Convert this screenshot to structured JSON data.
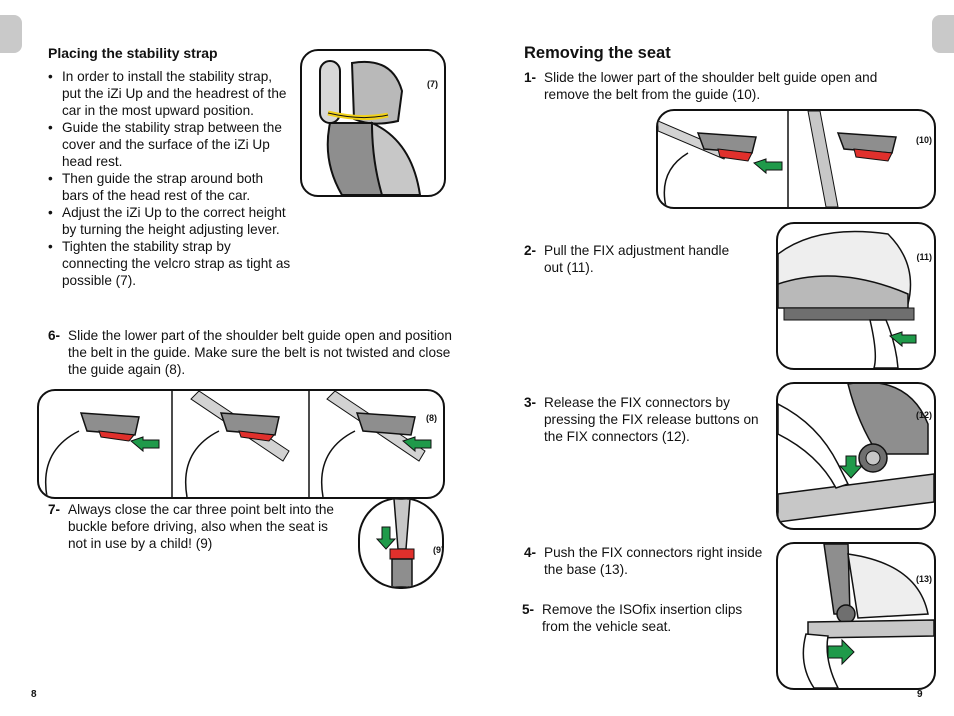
{
  "left": {
    "section_title": "Placing the stability strap",
    "bullets": [
      "In order to install the stability strap, put the iZi Up and the headrest of the car in the most upward position.",
      "Guide the stability strap between the cover and the surface of the iZi Up head rest.",
      "Then guide the strap around both bars of the head rest of the car.",
      "Adjust the iZi Up to the correct height by turning the height adjusting lever.",
      "Tighten the stability strap by connecting the velcro strap as tight as possible (7)."
    ],
    "step6": {
      "number": "6-",
      "text": "Slide the lower part of the shoulder belt guide open and position the belt in the guide. Make sure the belt is not twisted and close the guide again (8)."
    },
    "step7": {
      "number": "7-",
      "text": "Always close the car three point belt into the buckle before driving, also when the seat is not in use by a child! (9)"
    },
    "fig7": "(7)",
    "fig8": "(8)",
    "fig9": "(9)",
    "page_number": "8"
  },
  "right": {
    "section_title": "Removing the seat",
    "step1": {
      "number": "1-",
      "text": "Slide the lower part of the shoulder belt guide open and remove the belt from the guide (10)."
    },
    "step2": {
      "number": "2-",
      "text": "Pull the FIX adjustment handle out (11)."
    },
    "step3": {
      "number": "3-",
      "text": "Release the FIX connectors by pressing the FIX release buttons on the FIX connectors (12)."
    },
    "step4": {
      "number": "4-",
      "text": "Push the FIX connectors right inside the base (13)."
    },
    "step5": {
      "number": "5-",
      "text": "Remove the ISOfix insertion clips from the vehicle seat."
    },
    "fig10": "(10)",
    "fig11": "(11)",
    "fig12": "(12)",
    "fig13": "(13)",
    "page_number": "9"
  },
  "colors": {
    "red": "#e0302c",
    "green": "#1f9a4a",
    "grey": "#9a9a9a",
    "yellow": "#f2d21b"
  }
}
